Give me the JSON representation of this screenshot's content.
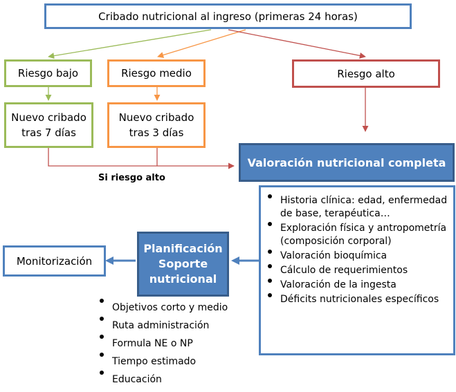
{
  "nodes": {
    "cribado_ingreso": "Cribado nutricional al ingreso (primeras 24 horas)",
    "riesgo_bajo": "Riesgo bajo",
    "riesgo_medio": "Riesgo medio",
    "riesgo_alto": "Riesgo alto",
    "nuevo_cribado_7": "Nuevo cribado\ntras 7 días",
    "nuevo_cribado_3": "Nuevo cribado\ntras 3 días",
    "valoracion_completa": "Valoración nutricional completa",
    "planificacion_soporte": "Planificación\nSoporte\nnutricional",
    "monitorizacion": "Monitorización"
  },
  "labels": {
    "si_riesgo_alto": "Si riesgo alto"
  },
  "valoracion_items": [
    "Historia clínica: edad, enfermedad de base, terapéutica…",
    "Exploración física y antropometría (composición corporal)",
    "Valoración bioquímica",
    "Cálculo de requerimientos",
    "Valoración de la ingesta",
    "Déficits nutricionales específicos"
  ],
  "planificacion_items": [
    "Objetivos corto y medio",
    "Ruta administración",
    "Formula NE o NP",
    "Tiempo estimado",
    "Educación"
  ],
  "colors": {
    "blue": "#4f81bd",
    "blue_dark": "#385d8a",
    "green": "#9bbb59",
    "orange": "#f79646",
    "red": "#c0504d"
  }
}
